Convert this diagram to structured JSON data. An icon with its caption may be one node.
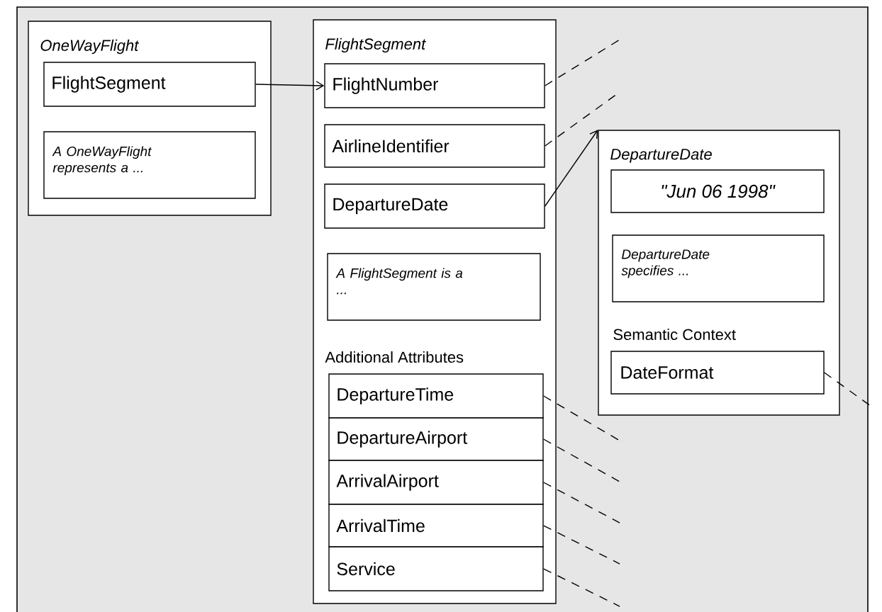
{
  "diagram": {
    "nodes": [
      {
        "text": [
          "OneWayFlight"
        ]
      },
      {
        "text": [
          "FlightSegment"
        ],
        "in": 0
      },
      {
        "text": [
          "A OneWayFlight represents a ..."
        ],
        "in": 0
      },
      {
        "text": [
          "FlightSegment"
        ]
      },
      {
        "text": [
          "FlightNumber"
        ],
        "in": 3
      },
      {
        "text": [
          "AirlineIdentifier"
        ],
        "in": 3
      },
      {
        "text": [
          "DepartureDate"
        ],
        "in": 3
      },
      {
        "text": [
          "A FlightSegment is a ..."
        ],
        "in": 3
      },
      {
        "text": [
          "DepartureTime"
        ],
        "in": 3
      },
      {
        "text": [
          "DepartureAirport"
        ],
        "in": 3
      },
      {
        "text": [
          "ArrivalAirport"
        ],
        "in": 3
      },
      {
        "text": [
          "ArrivalTime"
        ],
        "in": 3
      },
      {
        "text": [
          "Service"
        ],
        "in": 3
      },
      {
        "text": [
          "DepartureDate"
        ]
      },
      {
        "text": [
          "\"Jun 06 1998\""
        ],
        "in": 13
      },
      {
        "text": [
          "DepartureDate specifies ..."
        ],
        "in": 13
      },
      {
        "text": [
          "Semantic Context",
          "DateFormat"
        ],
        "in": 13
      }
    ],
    "edges": [
      {
        "from": 1,
        "to": 4,
        "arrow": "to"
      },
      {
        "from": 6,
        "to": 13,
        "arrow": "to"
      },
      {
        "from": 4,
        "to": null,
        "arrow": "none",
        "style": "dashed"
      },
      {
        "from": 5,
        "to": null,
        "arrow": "none",
        "style": "dashed"
      },
      {
        "from": 8,
        "to": null,
        "arrow": "none",
        "style": "dashed"
      },
      {
        "from": 9,
        "to": null,
        "arrow": "none",
        "style": "dashed"
      },
      {
        "from": 10,
        "to": null,
        "arrow": "none",
        "style": "dashed"
      },
      {
        "from": 11,
        "to": null,
        "arrow": "none",
        "style": "dashed"
      },
      {
        "from": 12,
        "to": null,
        "arrow": "none",
        "style": "dashed"
      },
      {
        "from": 16,
        "to": null,
        "arrow": "none",
        "style": "dashed"
      }
    ],
    "labels": [
      "Additional Attributes"
    ]
  }
}
